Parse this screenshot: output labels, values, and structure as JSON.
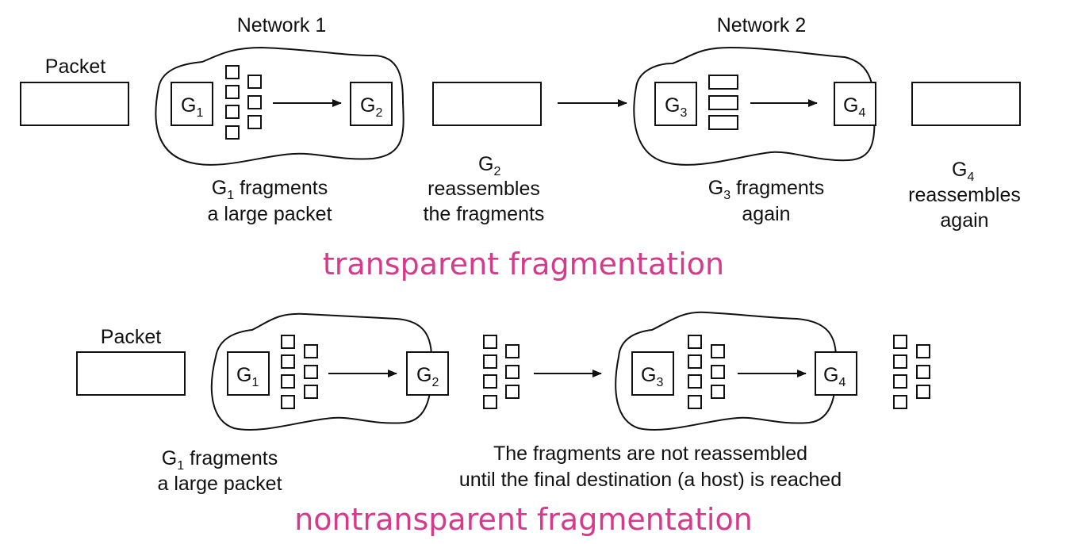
{
  "colors": {
    "title": "#d63a8d",
    "ink": "#111111"
  },
  "transparent": {
    "title": "transparent fragmentation",
    "packet_label": "Packet",
    "network1_label": "Network 1",
    "network2_label": "Network 2",
    "g1": {
      "letter": "G",
      "sub": "1"
    },
    "g2": {
      "letter": "G",
      "sub": "2"
    },
    "g3": {
      "letter": "G",
      "sub": "3"
    },
    "g4": {
      "letter": "G",
      "sub": "4"
    },
    "caption_g1": {
      "prefix": "G",
      "sub": "1",
      "line1_rest": " fragments",
      "line2": "a large packet"
    },
    "caption_g2": {
      "line0_letter": "G",
      "line0_sub": "2",
      "line1": "reassembles",
      "line2": "the fragments"
    },
    "caption_g3": {
      "prefix": "G",
      "sub": "3",
      "line1_rest": " fragments",
      "line2": "again"
    },
    "caption_g4": {
      "line0_letter": "G",
      "line0_sub": "4",
      "line1": "reassembles",
      "line2": "again"
    }
  },
  "nontransparent": {
    "title": "nontransparent fragmentation",
    "packet_label": "Packet",
    "g1": {
      "letter": "G",
      "sub": "1"
    },
    "g2": {
      "letter": "G",
      "sub": "2"
    },
    "g3": {
      "letter": "G",
      "sub": "3"
    },
    "g4": {
      "letter": "G",
      "sub": "4"
    },
    "caption_g1": {
      "prefix": "G",
      "sub": "1",
      "line1_rest": " fragments",
      "line2": "a large packet"
    },
    "caption_final": {
      "line1": "The fragments are not reassembled",
      "line2": "until the final destination (a host) is reached"
    }
  }
}
